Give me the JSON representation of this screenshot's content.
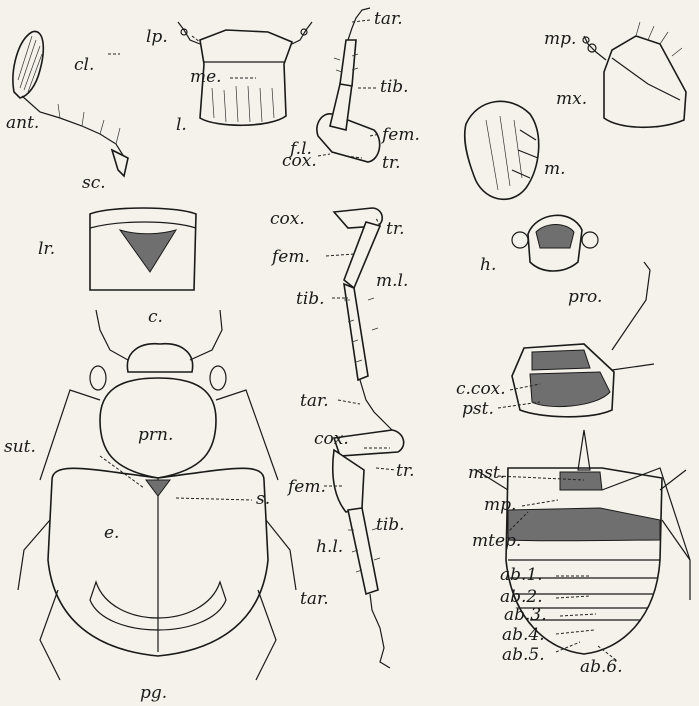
{
  "labels": {
    "ant": "ant.",
    "cl": "cl.",
    "sc": "sc.",
    "lp": "lp.",
    "me": "me.",
    "l": "l.",
    "fl_tar": "tar.",
    "fl_tib": "tib.",
    "fl": "f.l.",
    "fl_fem": "fem.",
    "fl_cox": "cox.",
    "fl_tr": "tr.",
    "mp": "mp.",
    "mx": "mx.",
    "m": "m.",
    "lr": "lr.",
    "c": "c.",
    "ml_cox": "cox.",
    "ml_tr": "tr.",
    "ml_fem": "fem.",
    "ml": "m.l.",
    "ml_tib": "tib.",
    "ml_tar": "tar.",
    "h": "h.",
    "pro": "pro.",
    "ccox": "c.cox.",
    "pst": "pst.",
    "sut": "sut.",
    "prn": "prn.",
    "s": "s.",
    "e": "e.",
    "pg": "pg.",
    "hl_cox": "cox.",
    "hl_fem": "fem.",
    "hl_tr": "tr.",
    "hl_tib": "tib.",
    "hl": "h.l.",
    "hl_tar": "tar.",
    "mst": "mst.",
    "mp2": "mp.",
    "mtep": "mtep.",
    "ab1": "ab.1.",
    "ab2": "ab.2.",
    "ab3": "ab.3.",
    "ab4": "ab.4.",
    "ab5": "ab.5.",
    "ab6": "ab.6."
  }
}
